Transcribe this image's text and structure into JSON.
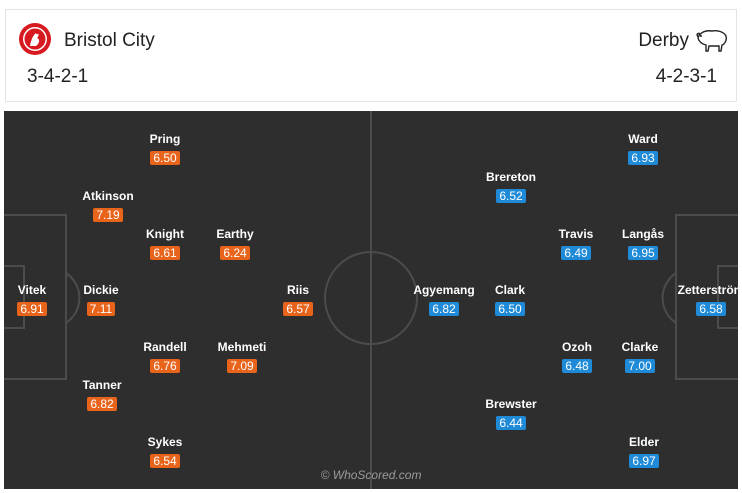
{
  "colors": {
    "home_rating": "#e8641b",
    "away_rating": "#1f8ad8",
    "pitch": "#2e2e2e"
  },
  "home": {
    "name": "Bristol City",
    "formation": "3-4-2-1",
    "crest_icon": "bristol-city-crest-icon",
    "players": [
      {
        "name": "Vitek",
        "rating": "6.91"
      },
      {
        "name": "Atkinson",
        "rating": "7.19"
      },
      {
        "name": "Dickie",
        "rating": "7.11"
      },
      {
        "name": "Tanner",
        "rating": "6.82"
      },
      {
        "name": "Pring",
        "rating": "6.50"
      },
      {
        "name": "Knight",
        "rating": "6.61"
      },
      {
        "name": "Randell",
        "rating": "6.76"
      },
      {
        "name": "Sykes",
        "rating": "6.54"
      },
      {
        "name": "Earthy",
        "rating": "6.24"
      },
      {
        "name": "Mehmeti",
        "rating": "7.09"
      },
      {
        "name": "Riis",
        "rating": "6.57"
      }
    ]
  },
  "away": {
    "name": "Derby",
    "formation": "4-2-3-1",
    "crest_icon": "derby-ram-crest-icon",
    "players": [
      {
        "name": "Zetterström",
        "rating": "6.58"
      },
      {
        "name": "Ward",
        "rating": "6.93"
      },
      {
        "name": "Langås",
        "rating": "6.95"
      },
      {
        "name": "Clarke",
        "rating": "7.00"
      },
      {
        "name": "Elder",
        "rating": "6.97"
      },
      {
        "name": "Travis",
        "rating": "6.49"
      },
      {
        "name": "Ozoh",
        "rating": "6.48"
      },
      {
        "name": "Brereton",
        "rating": "6.52"
      },
      {
        "name": "Clark",
        "rating": "6.50"
      },
      {
        "name": "Brewster",
        "rating": "6.44"
      },
      {
        "name": "Agyemang",
        "rating": "6.82"
      }
    ]
  },
  "watermark": "© WhoScored.com"
}
